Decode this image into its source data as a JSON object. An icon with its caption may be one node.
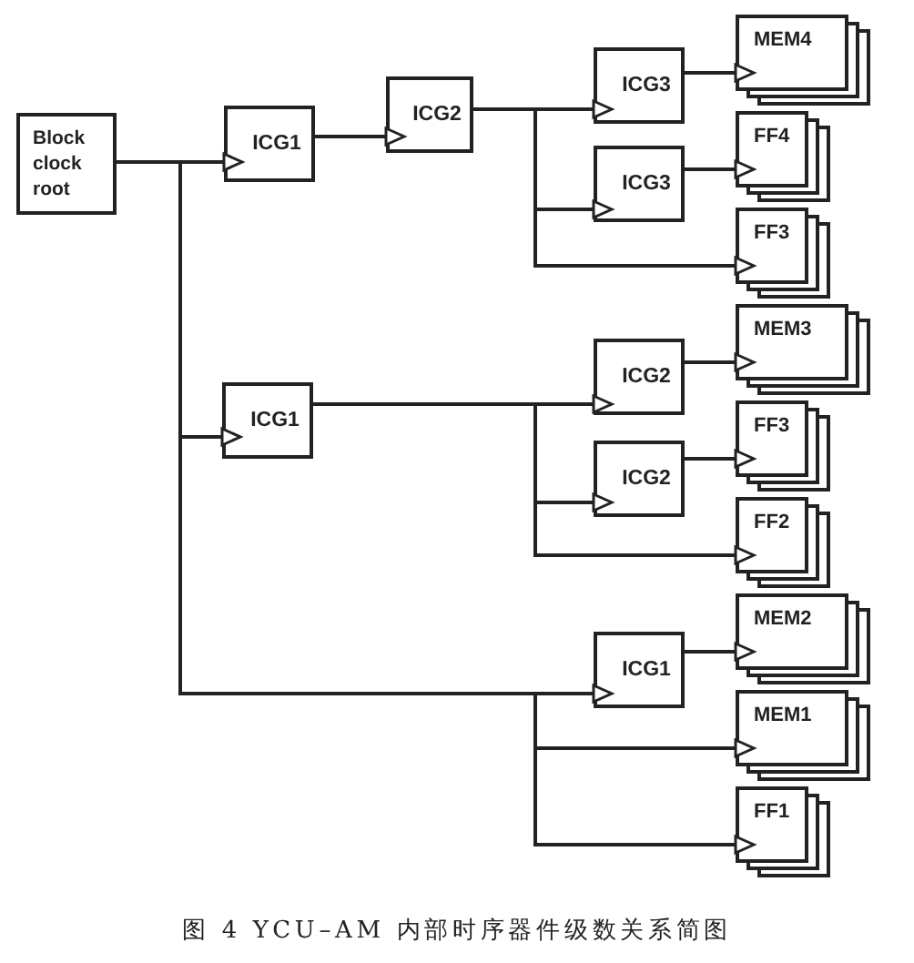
{
  "diagram": {
    "caption": "图 4 YCU–AM 内部时序器件级数关系简图",
    "nodes": [
      {
        "text": [
          "Block clock root"
        ]
      },
      {
        "text": [
          "ICG1"
        ]
      },
      {
        "text": [
          "ICG2"
        ]
      },
      {
        "text": [
          "ICG3"
        ]
      },
      {
        "text": [
          "MEM4"
        ]
      },
      {
        "text": [
          "ICG3"
        ]
      },
      {
        "text": [
          "FF4"
        ]
      },
      {
        "text": [
          "FF3"
        ]
      },
      {
        "text": [
          "ICG1"
        ]
      },
      {
        "text": [
          "ICG2"
        ]
      },
      {
        "text": [
          "MEM3"
        ]
      },
      {
        "text": [
          "FF3"
        ]
      },
      {
        "text": [
          "ICG2"
        ]
      },
      {
        "text": [
          "FF2"
        ]
      },
      {
        "text": [
          "ICG1"
        ]
      },
      {
        "text": [
          "MEM2"
        ]
      },
      {
        "text": [
          "MEM1"
        ]
      },
      {
        "text": [
          "FF1"
        ]
      }
    ],
    "edges": [
      {
        "from": 0,
        "to": 1,
        "arrow": "to"
      },
      {
        "from": 0,
        "to": 8,
        "arrow": "to"
      },
      {
        "from": 0,
        "to": 14,
        "arrow": "to"
      },
      {
        "from": 0,
        "to": 16,
        "arrow": "to"
      },
      {
        "from": 0,
        "to": 17,
        "arrow": "to"
      },
      {
        "from": 1,
        "to": 2,
        "arrow": "to"
      },
      {
        "from": 2,
        "to": 3,
        "arrow": "to"
      },
      {
        "from": 2,
        "to": 5,
        "arrow": "to"
      },
      {
        "from": 2,
        "to": 7,
        "arrow": "to"
      },
      {
        "from": 3,
        "to": 4,
        "arrow": "to"
      },
      {
        "from": 5,
        "to": 6,
        "arrow": "to"
      },
      {
        "from": 8,
        "to": 9,
        "arrow": "to"
      },
      {
        "from": 8,
        "to": 12,
        "arrow": "to"
      },
      {
        "from": 8,
        "to": 13,
        "arrow": "to"
      },
      {
        "from": 9,
        "to": 10,
        "arrow": "to"
      },
      {
        "from": 12,
        "to": 11,
        "arrow": "to"
      },
      {
        "from": 14,
        "to": 15,
        "arrow": "to"
      }
    ]
  }
}
